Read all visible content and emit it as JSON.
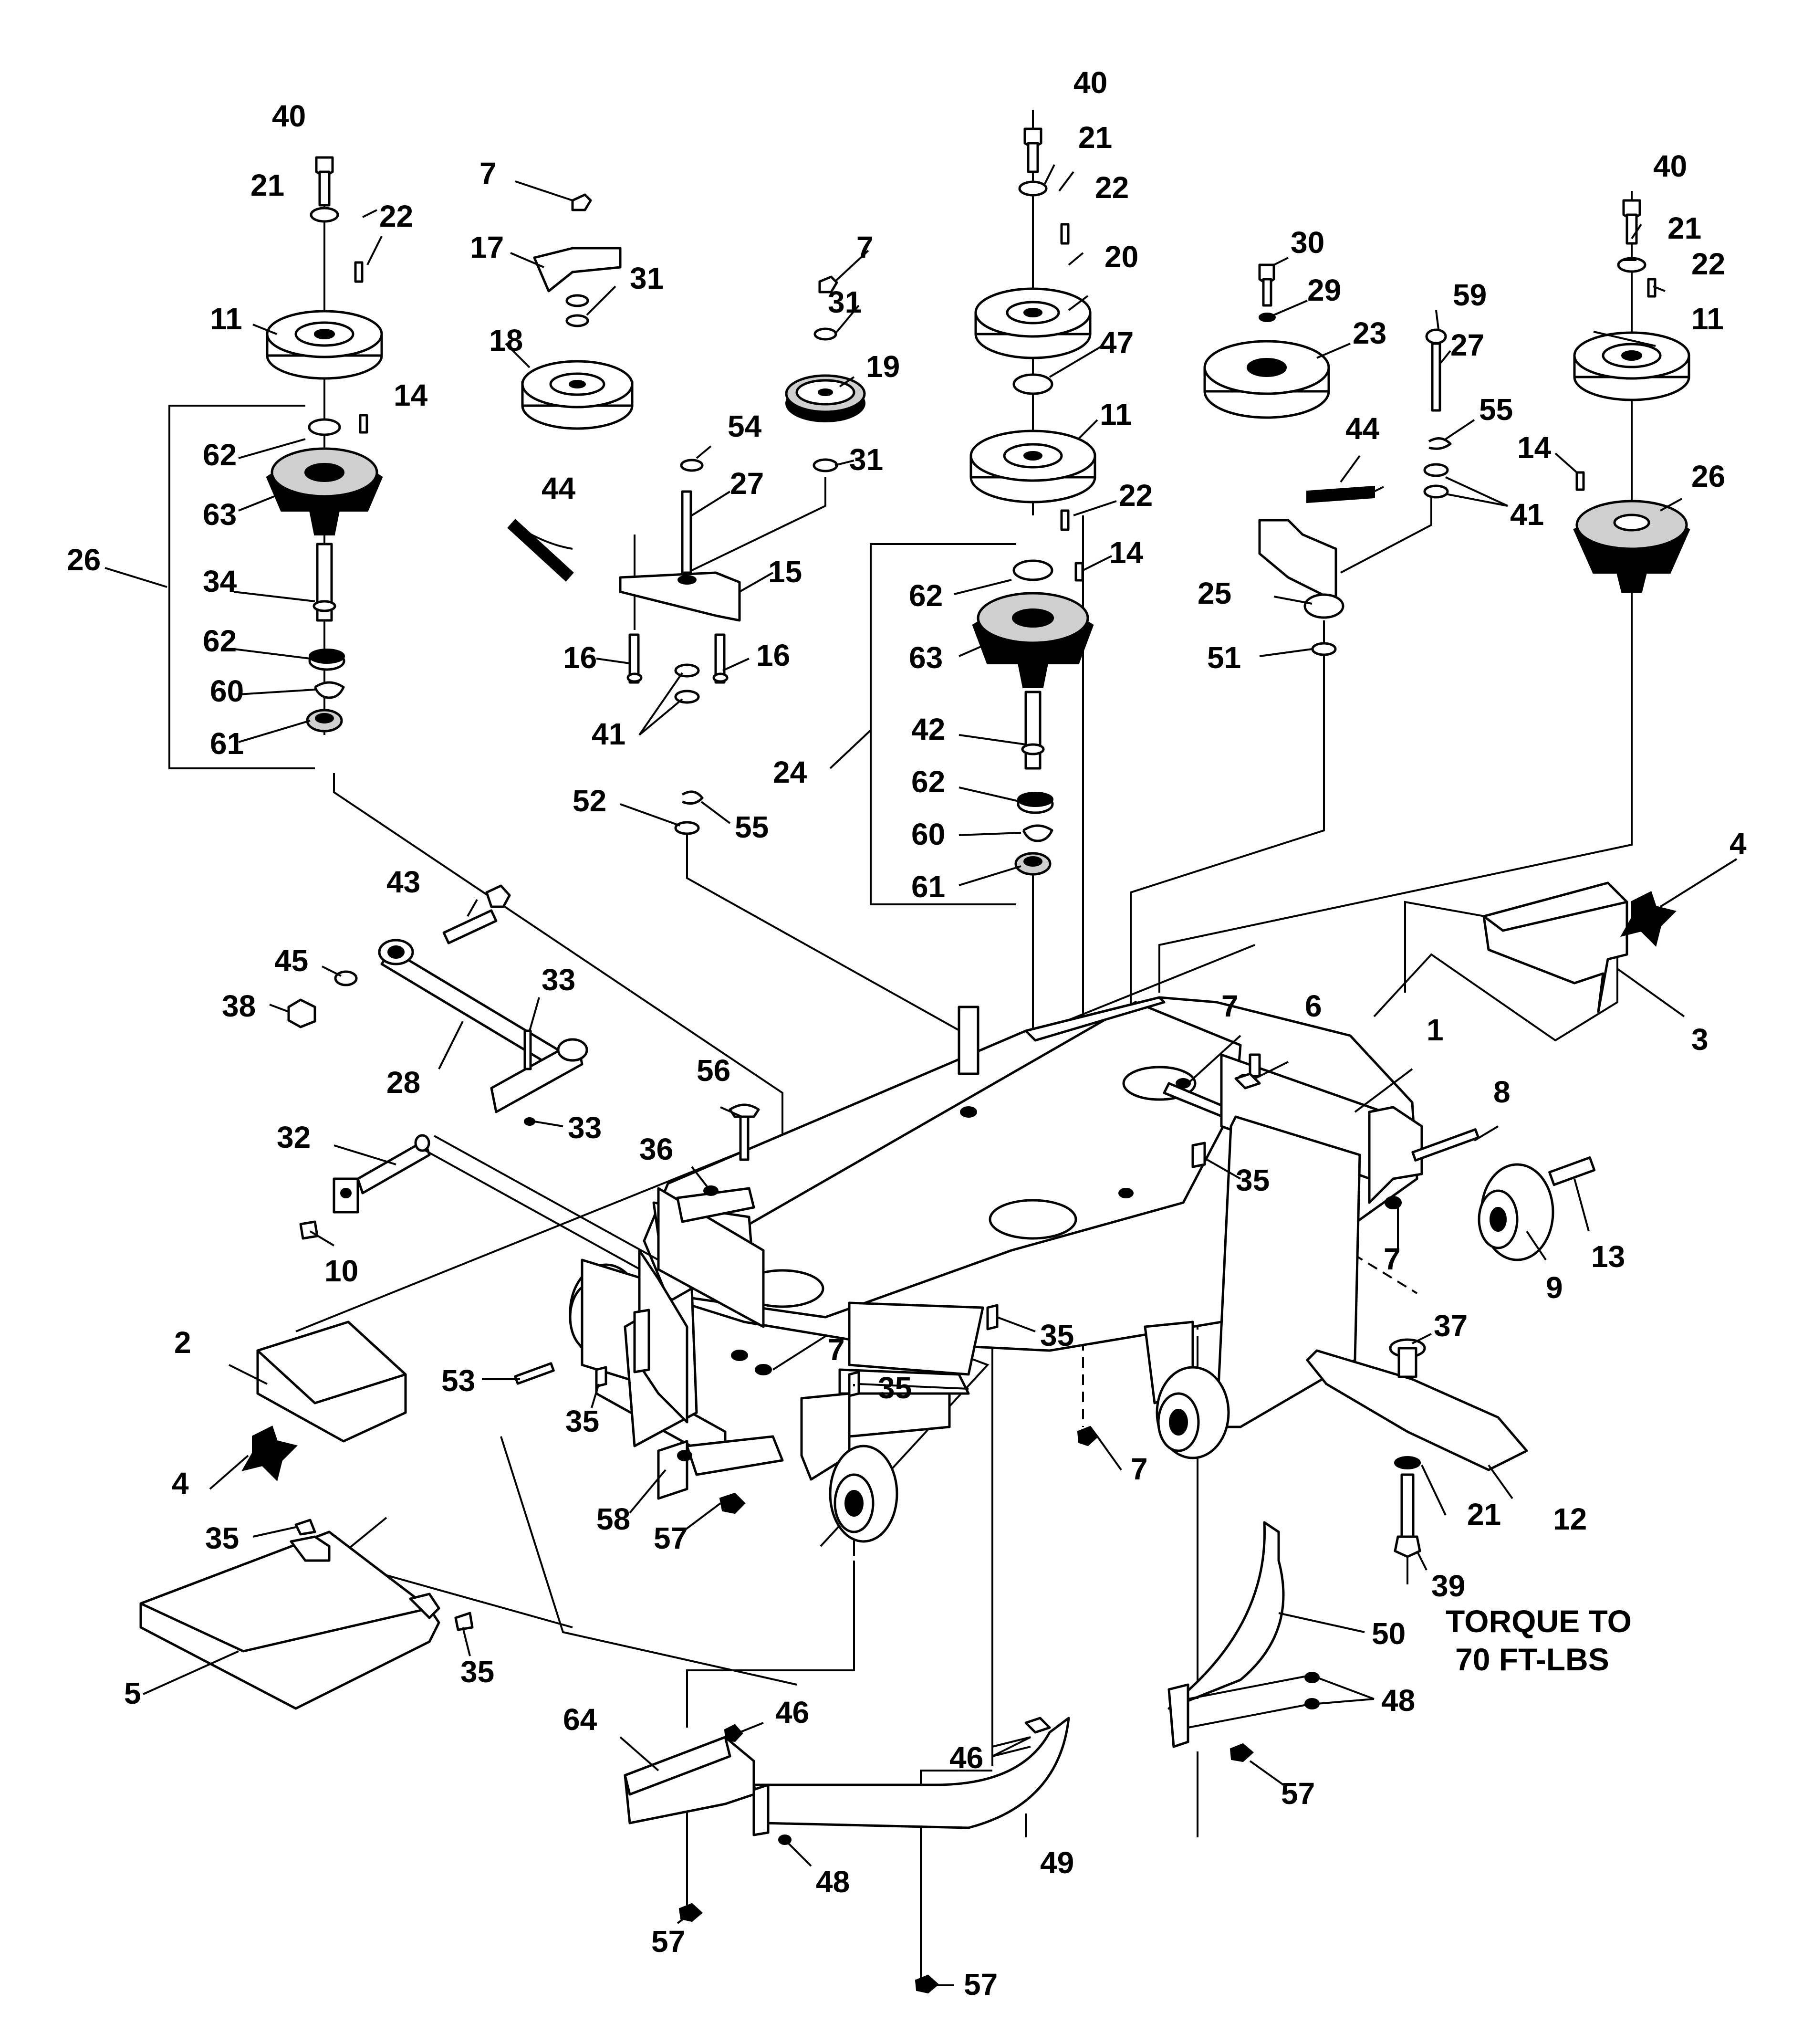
{
  "callouts": [
    {
      "id": "40",
      "label": "40"
    },
    {
      "id": "21",
      "label": "21"
    },
    {
      "id": "22",
      "label": "22"
    },
    {
      "id": "11",
      "label": "11"
    },
    {
      "id": "14",
      "label": "14"
    },
    {
      "id": "62",
      "label": "62"
    },
    {
      "id": "63",
      "label": "63"
    },
    {
      "id": "26",
      "label": "26"
    },
    {
      "id": "34",
      "label": "34"
    },
    {
      "id": "60",
      "label": "60"
    },
    {
      "id": "61",
      "label": "61"
    },
    {
      "id": "7",
      "label": "7"
    },
    {
      "id": "17",
      "label": "17"
    },
    {
      "id": "31",
      "label": "31"
    },
    {
      "id": "18",
      "label": "18"
    },
    {
      "id": "19",
      "label": "19"
    },
    {
      "id": "54",
      "label": "54"
    },
    {
      "id": "27",
      "label": "27"
    },
    {
      "id": "44",
      "label": "44"
    },
    {
      "id": "15",
      "label": "15"
    },
    {
      "id": "16",
      "label": "16"
    },
    {
      "id": "41",
      "label": "41"
    },
    {
      "id": "52",
      "label": "52"
    },
    {
      "id": "55",
      "label": "55"
    },
    {
      "id": "20",
      "label": "20"
    },
    {
      "id": "47",
      "label": "47"
    },
    {
      "id": "24",
      "label": "24"
    },
    {
      "id": "42",
      "label": "42"
    },
    {
      "id": "30",
      "label": "30"
    },
    {
      "id": "29",
      "label": "29"
    },
    {
      "id": "23",
      "label": "23"
    },
    {
      "id": "59",
      "label": "59"
    },
    {
      "id": "25",
      "label": "25"
    },
    {
      "id": "51",
      "label": "51"
    },
    {
      "id": "4",
      "label": "4"
    },
    {
      "id": "3",
      "label": "3"
    },
    {
      "id": "43",
      "label": "43"
    },
    {
      "id": "45",
      "label": "45"
    },
    {
      "id": "38",
      "label": "38"
    },
    {
      "id": "33",
      "label": "33"
    },
    {
      "id": "28",
      "label": "28"
    },
    {
      "id": "56",
      "label": "56"
    },
    {
      "id": "36",
      "label": "36"
    },
    {
      "id": "32",
      "label": "32"
    },
    {
      "id": "10",
      "label": "10"
    },
    {
      "id": "6",
      "label": "6"
    },
    {
      "id": "1",
      "label": "1"
    },
    {
      "id": "8",
      "label": "8"
    },
    {
      "id": "35",
      "label": "35"
    },
    {
      "id": "13",
      "label": "13"
    },
    {
      "id": "9",
      "label": "9"
    },
    {
      "id": "2",
      "label": "2"
    },
    {
      "id": "53",
      "label": "53"
    },
    {
      "id": "37",
      "label": "37"
    },
    {
      "id": "58",
      "label": "58"
    },
    {
      "id": "57",
      "label": "57"
    },
    {
      "id": "12",
      "label": "12"
    },
    {
      "id": "39",
      "label": "39"
    },
    {
      "id": "5",
      "label": "5"
    },
    {
      "id": "50",
      "label": "50"
    },
    {
      "id": "64",
      "label": "64"
    },
    {
      "id": "46",
      "label": "46"
    },
    {
      "id": "48",
      "label": "48"
    },
    {
      "id": "49",
      "label": "49"
    }
  ],
  "note": {
    "line1": "TORQUE TO",
    "line2": "70 FT-LBS"
  }
}
